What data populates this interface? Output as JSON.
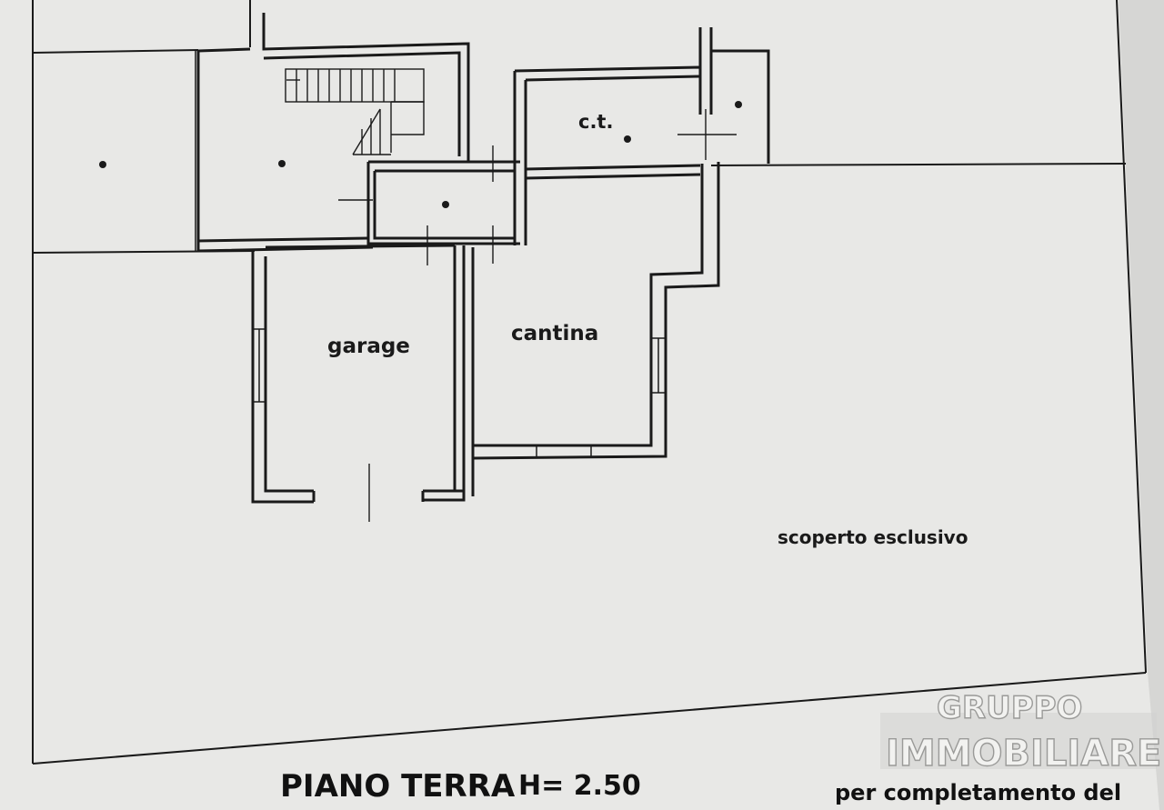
{
  "plan": {
    "rooms": {
      "ct": "c.t.",
      "garage": "garage",
      "cantina": "cantina",
      "scoperto": "scoperto esclusivo"
    },
    "title": "PIANO TERRA",
    "height_label": "H= 2.50",
    "footer_note": "per completamento del"
  },
  "watermark": {
    "line1": "GRUPPO",
    "line2": "IMMOBILIARE"
  },
  "colors": {
    "paper": "#ececea",
    "ink": "#1a1a1a",
    "background": "#d9d9d7"
  }
}
